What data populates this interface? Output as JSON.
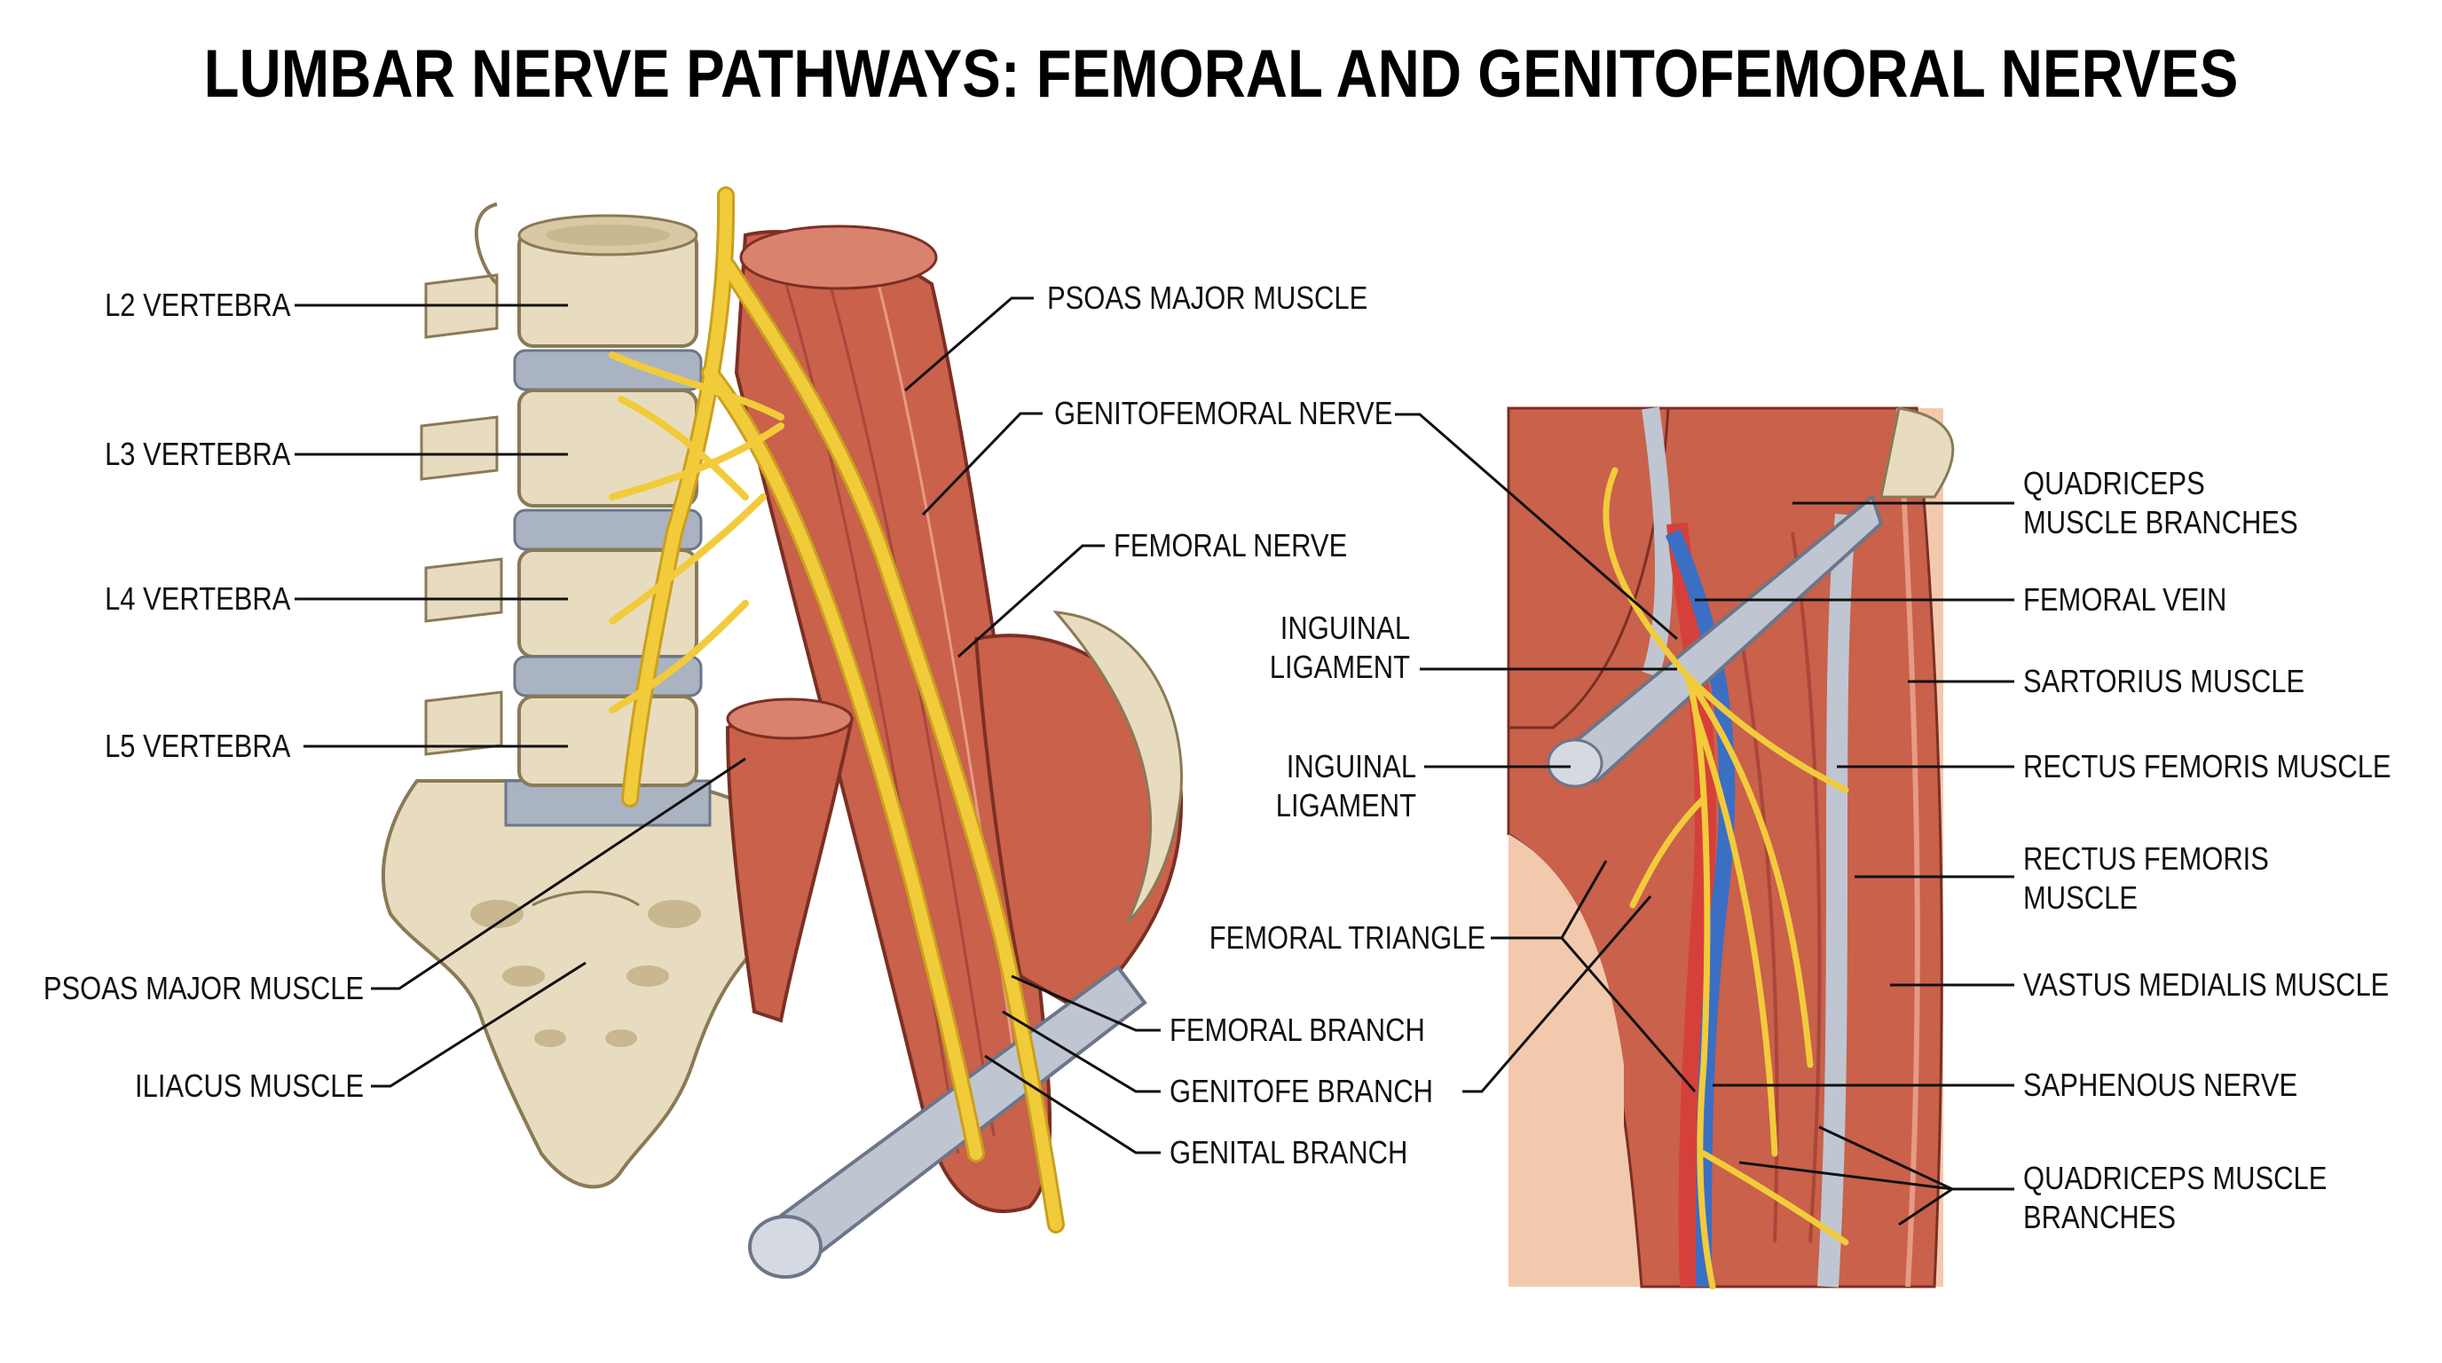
{
  "title": "LUMBAR NERVE PATHWAYS: FEMORAL AND GENITOFEMORAL NERVES",
  "colors": {
    "bone": "#e8dcc0",
    "bone_shadow": "#c9b88f",
    "disc": "#aab3c2",
    "muscle": "#c9614b",
    "muscle_dark": "#a8473a",
    "muscle_light": "#e79a84",
    "nerve": "#f2cb3b",
    "nerve_outline": "#c9a01f",
    "ligament": "#bfc6d1",
    "vein": "#3a6fc4",
    "artery": "#d6403a",
    "skin": "#f3c9ad",
    "line": "#111111"
  },
  "left_panel": {
    "labels": {
      "l2": "L2 VERTEBRA",
      "l3": "L3 VERTEBRA",
      "l4": "L4 VERTEBRA",
      "l5": "L5 VERTEBRA",
      "psoas_left": "PSOAS MAJOR MUSCLE",
      "iliacus": "ILIACUS MUSCLE",
      "psoas_top": "PSOAS MAJOR MUSCLE",
      "genitofemoral": "GENITOFEMORAL NERVE",
      "femoral": "FEMORAL NERVE",
      "femoral_branch": "FEMORAL BRANCH",
      "genitofe_branch": "GENITOFE BRANCH",
      "genital_branch": "GENITAL BRANCH"
    }
  },
  "right_panel": {
    "labels": {
      "inguinal_1_line1": "INGUINAL",
      "inguinal_1_line2": "LIGAMENT",
      "inguinal_2_line1": "INGUINAL",
      "inguinal_2_line2": "LIGAMENT",
      "femoral_triangle": "FEMORAL TRIANGLE",
      "quad_top_line1": "QUADRICEPS",
      "quad_top_line2": "MUSCLE BRANCHES",
      "femoral_vein": "FEMORAL VEIN",
      "sartorius": "SARTORIUS MUSCLE",
      "rectus_1": "RECTUS FEMORIS MUSCLE",
      "rectus_2_line1": "RECTUS FEMORIS",
      "rectus_2_line2": "MUSCLE",
      "vastus": "VASTUS MEDIALIS MUSCLE",
      "saphenous": "SAPHENOUS NERVE",
      "quad_bottom_line1": "QUADRICEPS MUSCLE",
      "quad_bottom_line2": "BRANCHES"
    }
  }
}
